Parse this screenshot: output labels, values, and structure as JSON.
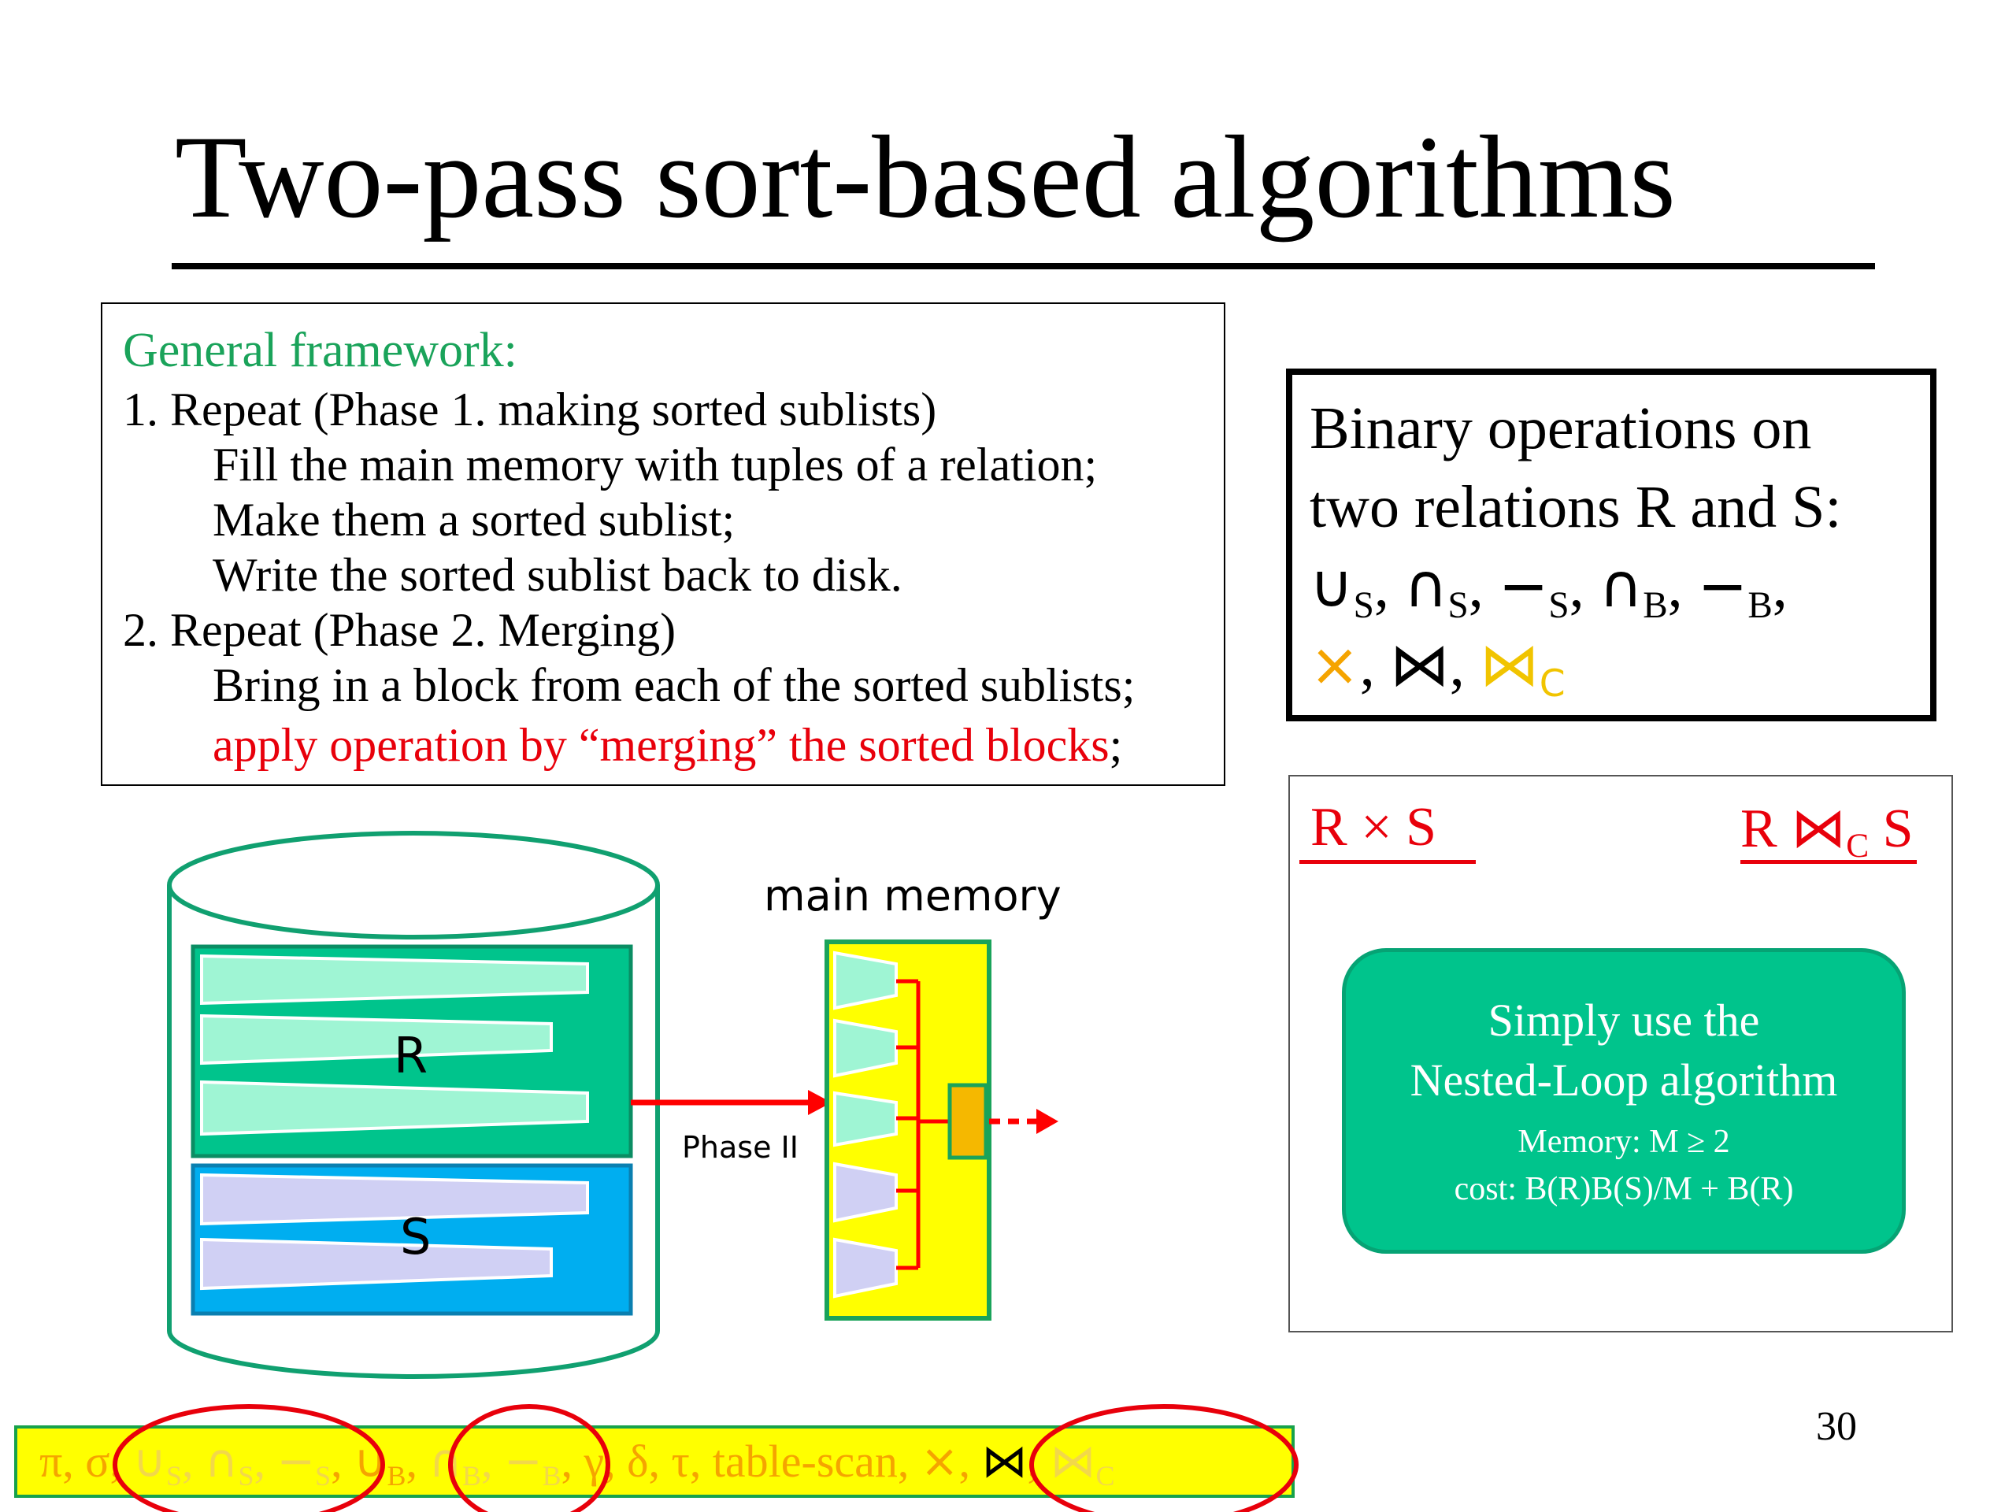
{
  "title": "Two-pass sort-based algorithms",
  "framework": {
    "heading": "General framework:",
    "lines": [
      "1. Repeat (Phase 1. making sorted sublists)",
      "Fill the main memory with tuples of a relation;",
      "Make them a sorted sublist;",
      "Write the sorted sublist back to disk.",
      "2. Repeat (Phase 2. Merging)",
      "Bring in a block from each of the sorted sublists;"
    ],
    "last_line_red": "apply operation by “merging” the sorted blocks",
    "last_line_end": ";"
  },
  "binary_ops": {
    "line1": "Binary operations on",
    "line2": "two relations R and S:",
    "union": "∪",
    "intersect": "∩",
    "minus": "−",
    "sub_s": "S",
    "sub_b": "B",
    "cross": "×",
    "join": "⋈",
    "sub_c": "C",
    "comma": ","
  },
  "cross_box": {
    "left_label": "R × S",
    "right_label_r": "R ",
    "right_label_join": "⋈",
    "right_label_c": "C",
    "right_label_s": " S",
    "nested": {
      "line1": "Simply use the",
      "line2": "Nested-Loop algorithm",
      "line3": "Memory: M ≥ 2",
      "line4": "cost: B(R)B(S)/M + B(R)"
    }
  },
  "diagram": {
    "label_r": "R",
    "label_s": "S",
    "main_memory": "main memory",
    "phase": "Phase II"
  },
  "bottom_bar": {
    "pi_sigma": "π, σ, ",
    "us": "∪",
    "ns": "∩",
    "ms": "−",
    "ub": "∪",
    "nb": "∩",
    "mb": "−",
    "s": "S",
    "b": "B",
    "gamma_delta_tau": "γ,  δ,  τ, table-scan, ",
    "cross": "×",
    "join": "⋈",
    "joinc": "⋈",
    "c": "C",
    "comma": ", "
  },
  "page_number": "30",
  "colors": {
    "green_text": "#1aa35a",
    "red": "#e8000b",
    "orange": "#f5a400",
    "mint": "#00c48c",
    "disk_r": "#00c48c",
    "disk_s": "#00aef0",
    "memory_yellow": "#ffff00"
  }
}
